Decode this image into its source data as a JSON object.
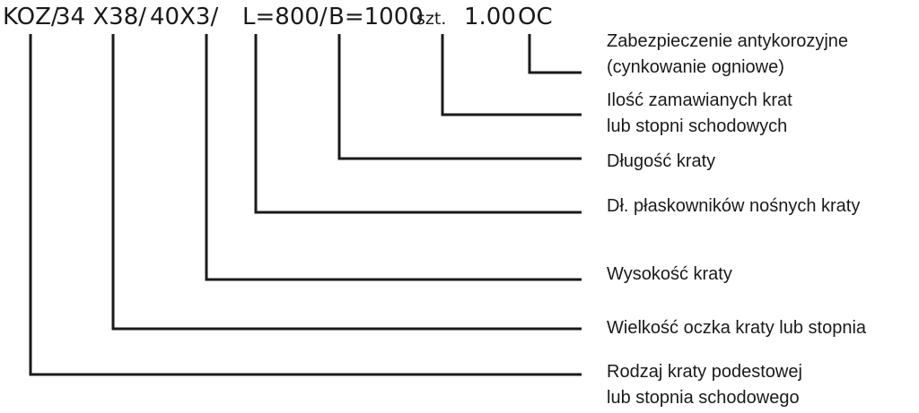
{
  "code": {
    "segments": [
      {
        "id": "type",
        "text": "KOZ/"
      },
      {
        "id": "mesh",
        "text": "34 X38/"
      },
      {
        "id": "height",
        "text": "40X3/"
      },
      {
        "id": "flat",
        "text": "L=800/"
      },
      {
        "id": "length",
        "text": "B=1000"
      },
      {
        "id": "qty_unit",
        "text": "szt."
      },
      {
        "id": "qty",
        "text": "1.00"
      },
      {
        "id": "coating",
        "text": "OC"
      }
    ]
  },
  "descriptions": [
    {
      "key": "coating",
      "lines": [
        "Zabezpieczenie antykorozyjne",
        "(cynkowanie ogniowe)"
      ]
    },
    {
      "key": "qty",
      "lines": [
        "Ilość zamawianych krat",
        "lub stopni schodowych"
      ]
    },
    {
      "key": "length",
      "lines": [
        "Długość kraty"
      ]
    },
    {
      "key": "flat",
      "lines": [
        "Dł. płaskowników nośnych kraty"
      ]
    },
    {
      "key": "height",
      "lines": [
        "Wysokość kraty"
      ]
    },
    {
      "key": "mesh",
      "lines": [
        "Wielkość oczka kraty lub stopnia"
      ]
    },
    {
      "key": "type",
      "lines": [
        "Rodzaj kraty podestowej",
        "lub stopnia schodowego"
      ]
    }
  ]
}
